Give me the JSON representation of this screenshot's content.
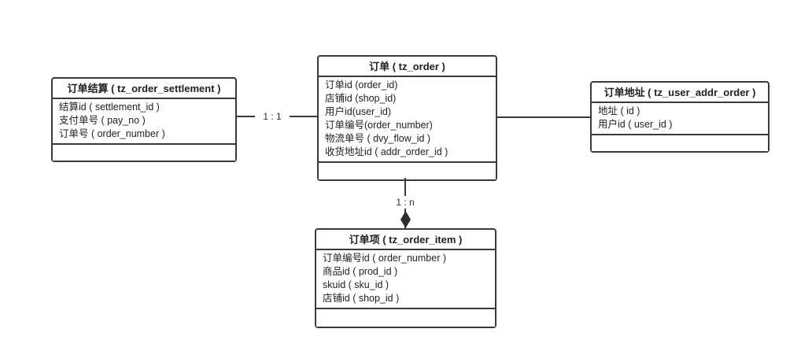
{
  "diagram": {
    "type": "er-diagram",
    "colors": {
      "background": "#ffffff",
      "border": "#3a3a3a",
      "text": "#212121",
      "arrow_fill": "#2e2e2e"
    },
    "entities": [
      {
        "id": "tz_order_settlement",
        "title": "订单结算 ( tz_order_settlement )",
        "fields": [
          "结算id ( settlement_id )",
          "支付单号 ( pay_no )",
          "订单号 ( order_number )"
        ]
      },
      {
        "id": "tz_order",
        "title": "订单 ( tz_order )",
        "fields": [
          "订单id (order_id)",
          "店铺id (shop_id)",
          "用户id(user_id)",
          "订单编号(order_number)",
          "物流单号 ( dvy_flow_id )",
          "收货地址id ( addr_order_id )"
        ]
      },
      {
        "id": "tz_user_addr_order",
        "title": "订单地址 ( tz_user_addr_order )",
        "fields": [
          "地址 ( id )",
          "用户id ( user_id )"
        ]
      },
      {
        "id": "tz_order_item",
        "title": "订单项 ( tz_order_item )",
        "fields": [
          "订单编号id ( order_number )",
          "商品id ( prod_id )",
          "skuid ( sku_id )",
          "店铺id ( shop_id )"
        ]
      }
    ],
    "relationships": [
      {
        "from": "tz_order_settlement",
        "to": "tz_order",
        "label": "1 : 1",
        "arrow": "none"
      },
      {
        "from": "tz_order",
        "to": "tz_user_addr_order",
        "label": "",
        "arrow": "none"
      },
      {
        "from": "tz_order",
        "to": "tz_order_item",
        "label": "1 : n",
        "arrow": "filled-diamond"
      }
    ]
  }
}
